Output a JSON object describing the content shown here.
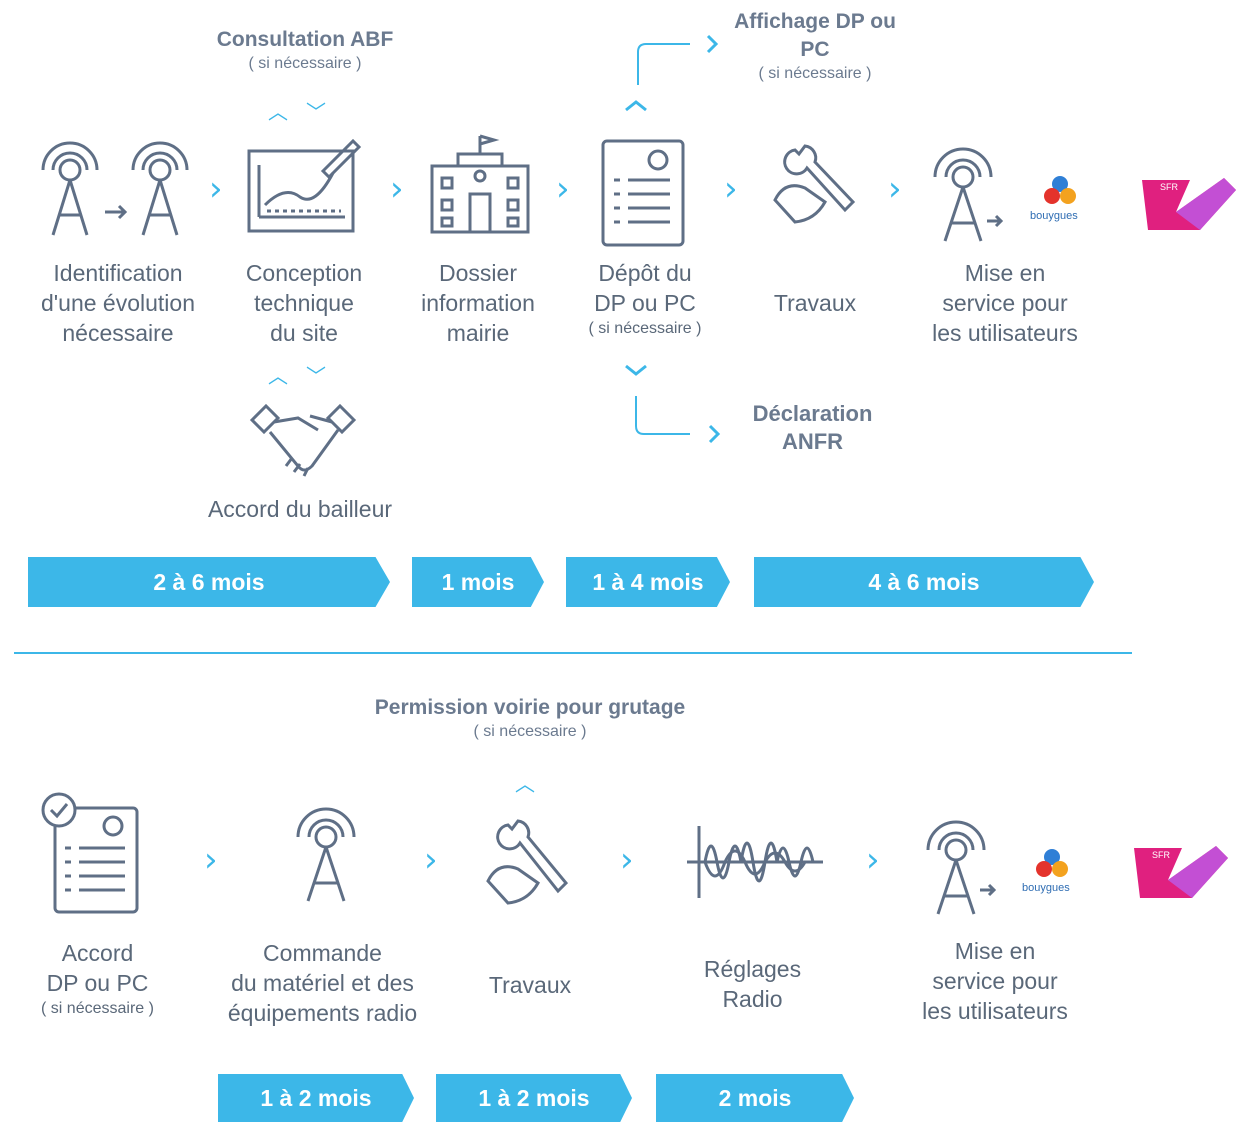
{
  "top": {
    "above": {
      "abf_title": "Consultation ABF",
      "abf_sub": "( si nécessaire )",
      "affichage_l1": "Affichage",
      "affichage_l2": "DP ou PC",
      "affichage_sub": "( si nécessaire )"
    },
    "steps": [
      {
        "l1": "Identification",
        "l2": "d'une évolution",
        "l3": "nécessaire"
      },
      {
        "l1": "Conception",
        "l2": "technique",
        "l3": "du site"
      },
      {
        "l1": "Dossier",
        "l2": "information",
        "l3": "mairie"
      },
      {
        "l1": "Dépôt du",
        "l2": "DP ou PC",
        "l3": "( si nécessaire )"
      },
      {
        "l1": "Travaux"
      },
      {
        "l1": "Mise en",
        "l2": "service pour",
        "l3": "les utilisateurs"
      }
    ],
    "below": {
      "accord": "Accord du bailleur",
      "anfr_l1": "Déclaration",
      "anfr_l2": "ANFR"
    },
    "durations": [
      "2 à 6 mois",
      "1 mois",
      "1 à 4 mois",
      "4 à 6 mois"
    ]
  },
  "bottom": {
    "above": {
      "title": "Permission voirie pour grutage",
      "sub": "( si nécessaire )"
    },
    "steps": [
      {
        "l1": "Accord",
        "l2": "DP ou PC",
        "l3": "( si nécessaire )"
      },
      {
        "l1": "Commande",
        "l2": "du matériel et des",
        "l3": "équipements radio"
      },
      {
        "l1": "Travaux"
      },
      {
        "l1": "Réglages",
        "l2": "Radio"
      },
      {
        "l1": "Mise en",
        "l2": "service pour",
        "l3": "les utilisateurs"
      }
    ],
    "durations": [
      "1 à 2 mois",
      "1 à 2 mois",
      "2 mois"
    ]
  },
  "logos": {
    "bouygues": "bouygues",
    "sfr": "SFR"
  },
  "colors": {
    "accent": "#3cb7e8",
    "text": "#5a6879",
    "icon": "#5f6f86",
    "sfr": "#e0207f"
  }
}
